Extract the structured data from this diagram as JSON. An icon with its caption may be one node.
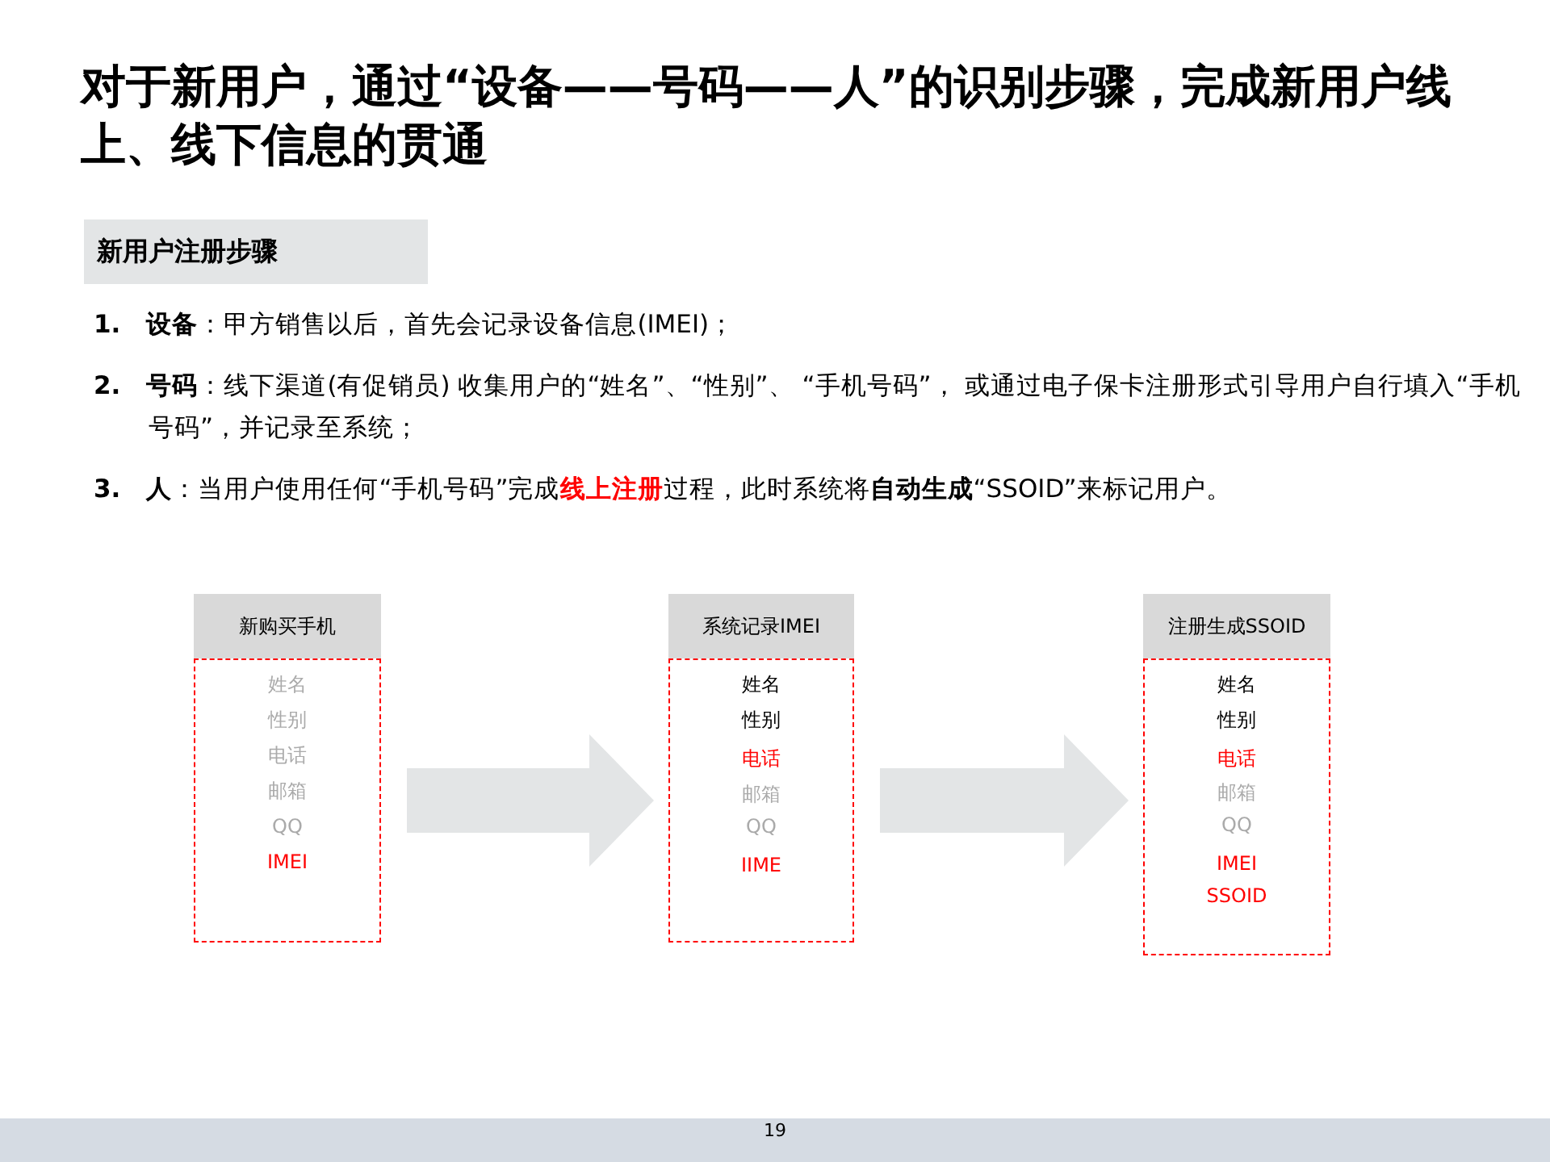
{
  "diagram": {
    "title": "对于新用户，通过“设备——号码——人”的识别步骤，完成新用户线上、线下信息的贯通",
    "nodes": [
      {
        "text": [
          "新用户注册步骤"
        ]
      },
      {
        "text": [
          "新购买手机"
        ]
      },
      {
        "text": [
          "姓名",
          "性别",
          "电话",
          "邮箱",
          "QQ",
          "IMEI"
        ]
      },
      {
        "text": [
          "系统记录IMEI"
        ]
      },
      {
        "text": [
          "姓名",
          "性别",
          "电话",
          "邮箱",
          "QQ",
          "IIME"
        ]
      },
      {
        "text": [
          "注册生成SSOID"
        ]
      },
      {
        "text": [
          "姓名",
          "性别",
          "电话",
          "邮箱",
          "QQ",
          "IMEI",
          "SSOID"
        ]
      }
    ],
    "edges": [
      {
        "from": 2,
        "to": 4,
        "arrow": "to",
        "style": "thick",
        "color": "#e3e5e6"
      },
      {
        "from": 4,
        "to": 6,
        "arrow": "to",
        "style": "thick",
        "color": "#e3e5e6"
      }
    ],
    "labels": [
      "**1.**　**设备**：甲方销售以后，首先会记录设备信息(IMEI)；",
      "**2.**　**号码**：线下渠道(有促销员) 收集用户的“姓名”、“性别”、 “手机号码”， 或通过电子保卡注册形式引导用户自行填入“手机号码”，并记录至系统；",
      "**3.**　**人**：当用户使用任何“手机号码”完成**线上注册**过程，此时系统将**自动生成**“SSOID”来标记用户。",
      "19"
    ]
  }
}
